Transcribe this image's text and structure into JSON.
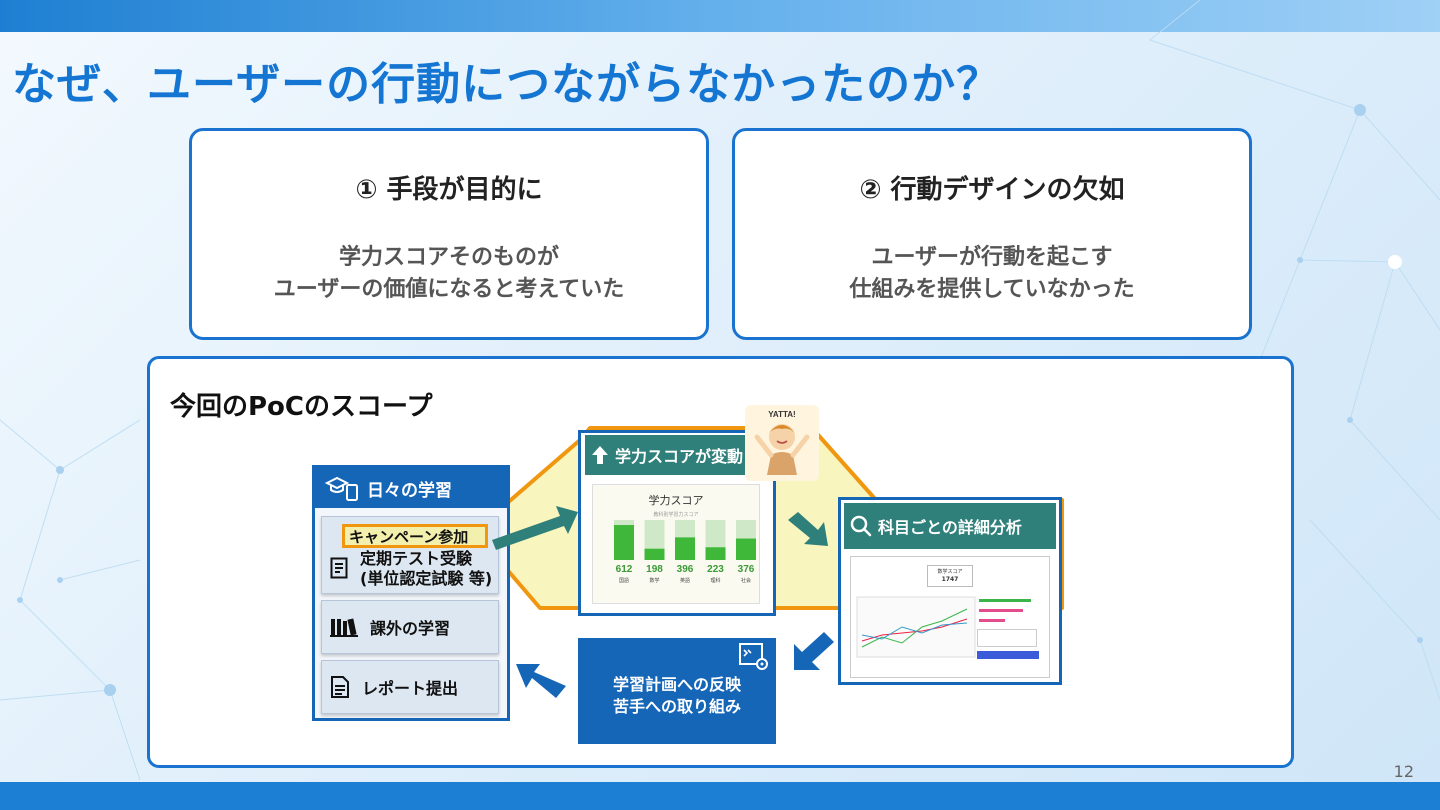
{
  "title": "なぜ、ユーザーの行動につながらなかったのか？",
  "page_number": "12",
  "cards": [
    {
      "heading": "① 手段が目的に",
      "line1": "学力スコアそのものが",
      "line2": "ユーザーの価値になると考えていた"
    },
    {
      "heading": "② 行動デザインの欠如",
      "line1": "ユーザーが行動を起こす",
      "line2": "仕組みを提供していなかった"
    }
  ],
  "scope": {
    "title": "今回のPoCのスコープ",
    "daily": {
      "header": "日々の学習",
      "items": [
        {
          "label_line1": "定期テスト受験",
          "label_line2": "(単位認定試験 等)",
          "icon": "test-document-icon"
        },
        {
          "label": "課外の学習",
          "icon": "books-icon"
        },
        {
          "label": "レポート提出",
          "icon": "report-icon"
        }
      ]
    },
    "campaign_label": "キャンペーン参加",
    "score_panel": {
      "header": "学力スコアが変動",
      "chart_title": "学力スコア",
      "chart_subtitle": "教科別学習力スコア",
      "mascot_text": "YATTA!"
    },
    "analysis_panel": {
      "header": "科目ごとの詳細分析",
      "badge_title": "数学スコア",
      "badge_value": "1747"
    },
    "plan_panel": {
      "line1": "学習計画への反映",
      "line2": "苦手への取り組み"
    }
  },
  "chart_data": {
    "type": "bar",
    "title": "学力スコア",
    "categories": [
      "国語",
      "数学",
      "英語",
      "理科",
      "社会"
    ],
    "values": [
      612,
      198,
      396,
      223,
      376
    ],
    "ylim": [
      0,
      700
    ]
  },
  "colors": {
    "accent": "#1476d2",
    "panel_blue": "#1666b8",
    "teal": "#2f7f7a",
    "highlight": "#f3efac",
    "highlight_border": "#f0960f",
    "bar_green": "#3fb83a"
  }
}
